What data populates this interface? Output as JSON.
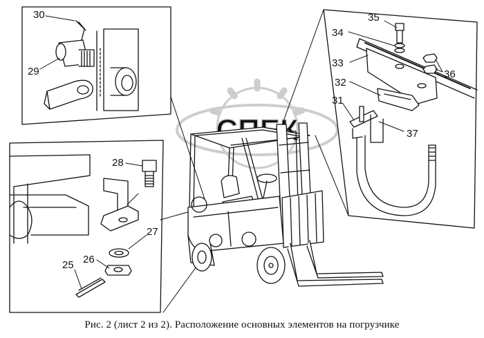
{
  "caption": "Рис. 2 (лист 2 из 2). Расположение основных элементов на погрузчике",
  "watermark": "СПЕК",
  "callouts": [
    "25",
    "26",
    "27",
    "28",
    "29",
    "30",
    "31",
    "32",
    "33",
    "34",
    "35",
    "36",
    "37"
  ],
  "colors": {
    "ink": "#111111",
    "watermark": "#cfcfcf",
    "paper": "#ffffff"
  }
}
